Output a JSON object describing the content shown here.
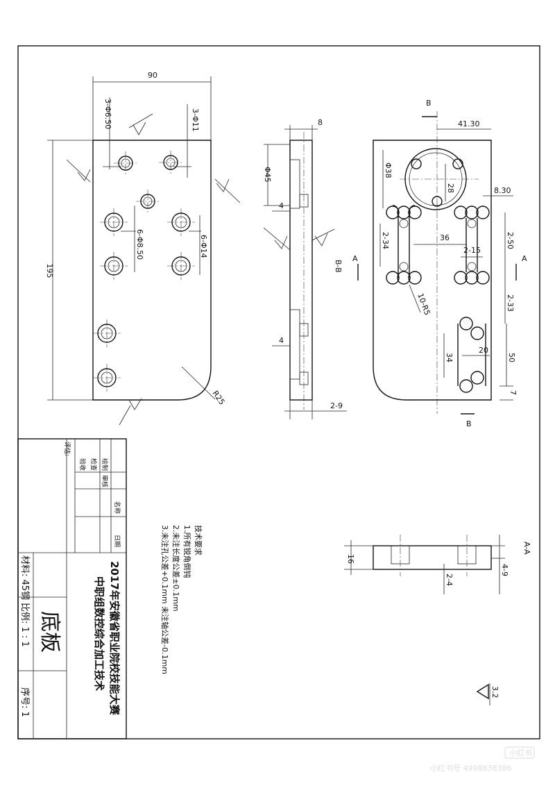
{
  "plan_view": {
    "overall_width": "90",
    "overall_height": "195",
    "hole_small": "3-Φ6.50",
    "hole_medium": "3-Φ11",
    "hole_group_a": "6-Φ8.50",
    "hole_group_b": "6-Φ14",
    "corner_radius": "R25"
  },
  "section_bb": {
    "thickness": "8",
    "bore": "Φ45",
    "step_top": "4",
    "step_bottom": "4",
    "slot_depth": "2-9",
    "label": "B-B"
  },
  "right_view": {
    "offset": "41.30",
    "bore": "Φ38",
    "hole_spacing": "28",
    "slot_offset": "8.30",
    "pitch": "36",
    "slot_width": "2-15",
    "left_slot_length": "2-34",
    "right_slot_length": "2-50",
    "slot_radius": "10-R5",
    "slot_spacing": "2-33",
    "lower_slot_length": "34",
    "lower_width": "20",
    "lower_height": "50",
    "bottom_margin": "7",
    "cut_label_b": "B",
    "cut_label_a": "A"
  },
  "section_aa": {
    "label": "A-A",
    "thickness": "16",
    "depth_a": "4-9",
    "depth_b": "2-4"
  },
  "surface_finish": "3.2",
  "notes": {
    "heading": "技术要求",
    "line1": "1.所有锐角倒钝",
    "line2": "2.未注长度公差±0.1mm",
    "line3": "3.未注孔公差+0.1mm  未注轴公差-0.1mm"
  },
  "title_block": {
    "label_comment": "评估:",
    "label_draw": "绘制",
    "label_check": "检查",
    "label_approve": "审核",
    "label_verify": "验收",
    "label_name": "名称",
    "label_date": "日期",
    "title_line1": "2017年安徽省职业院校技能大赛",
    "title_line2": "中职组数控综合加工技术",
    "part_name": "底板",
    "material": "材料: 45钢",
    "scale": "比例: 1 : 1",
    "serial": "序号: 1"
  },
  "watermark": {
    "logo": "小红书",
    "id_text": "小红书号 4998838386"
  }
}
